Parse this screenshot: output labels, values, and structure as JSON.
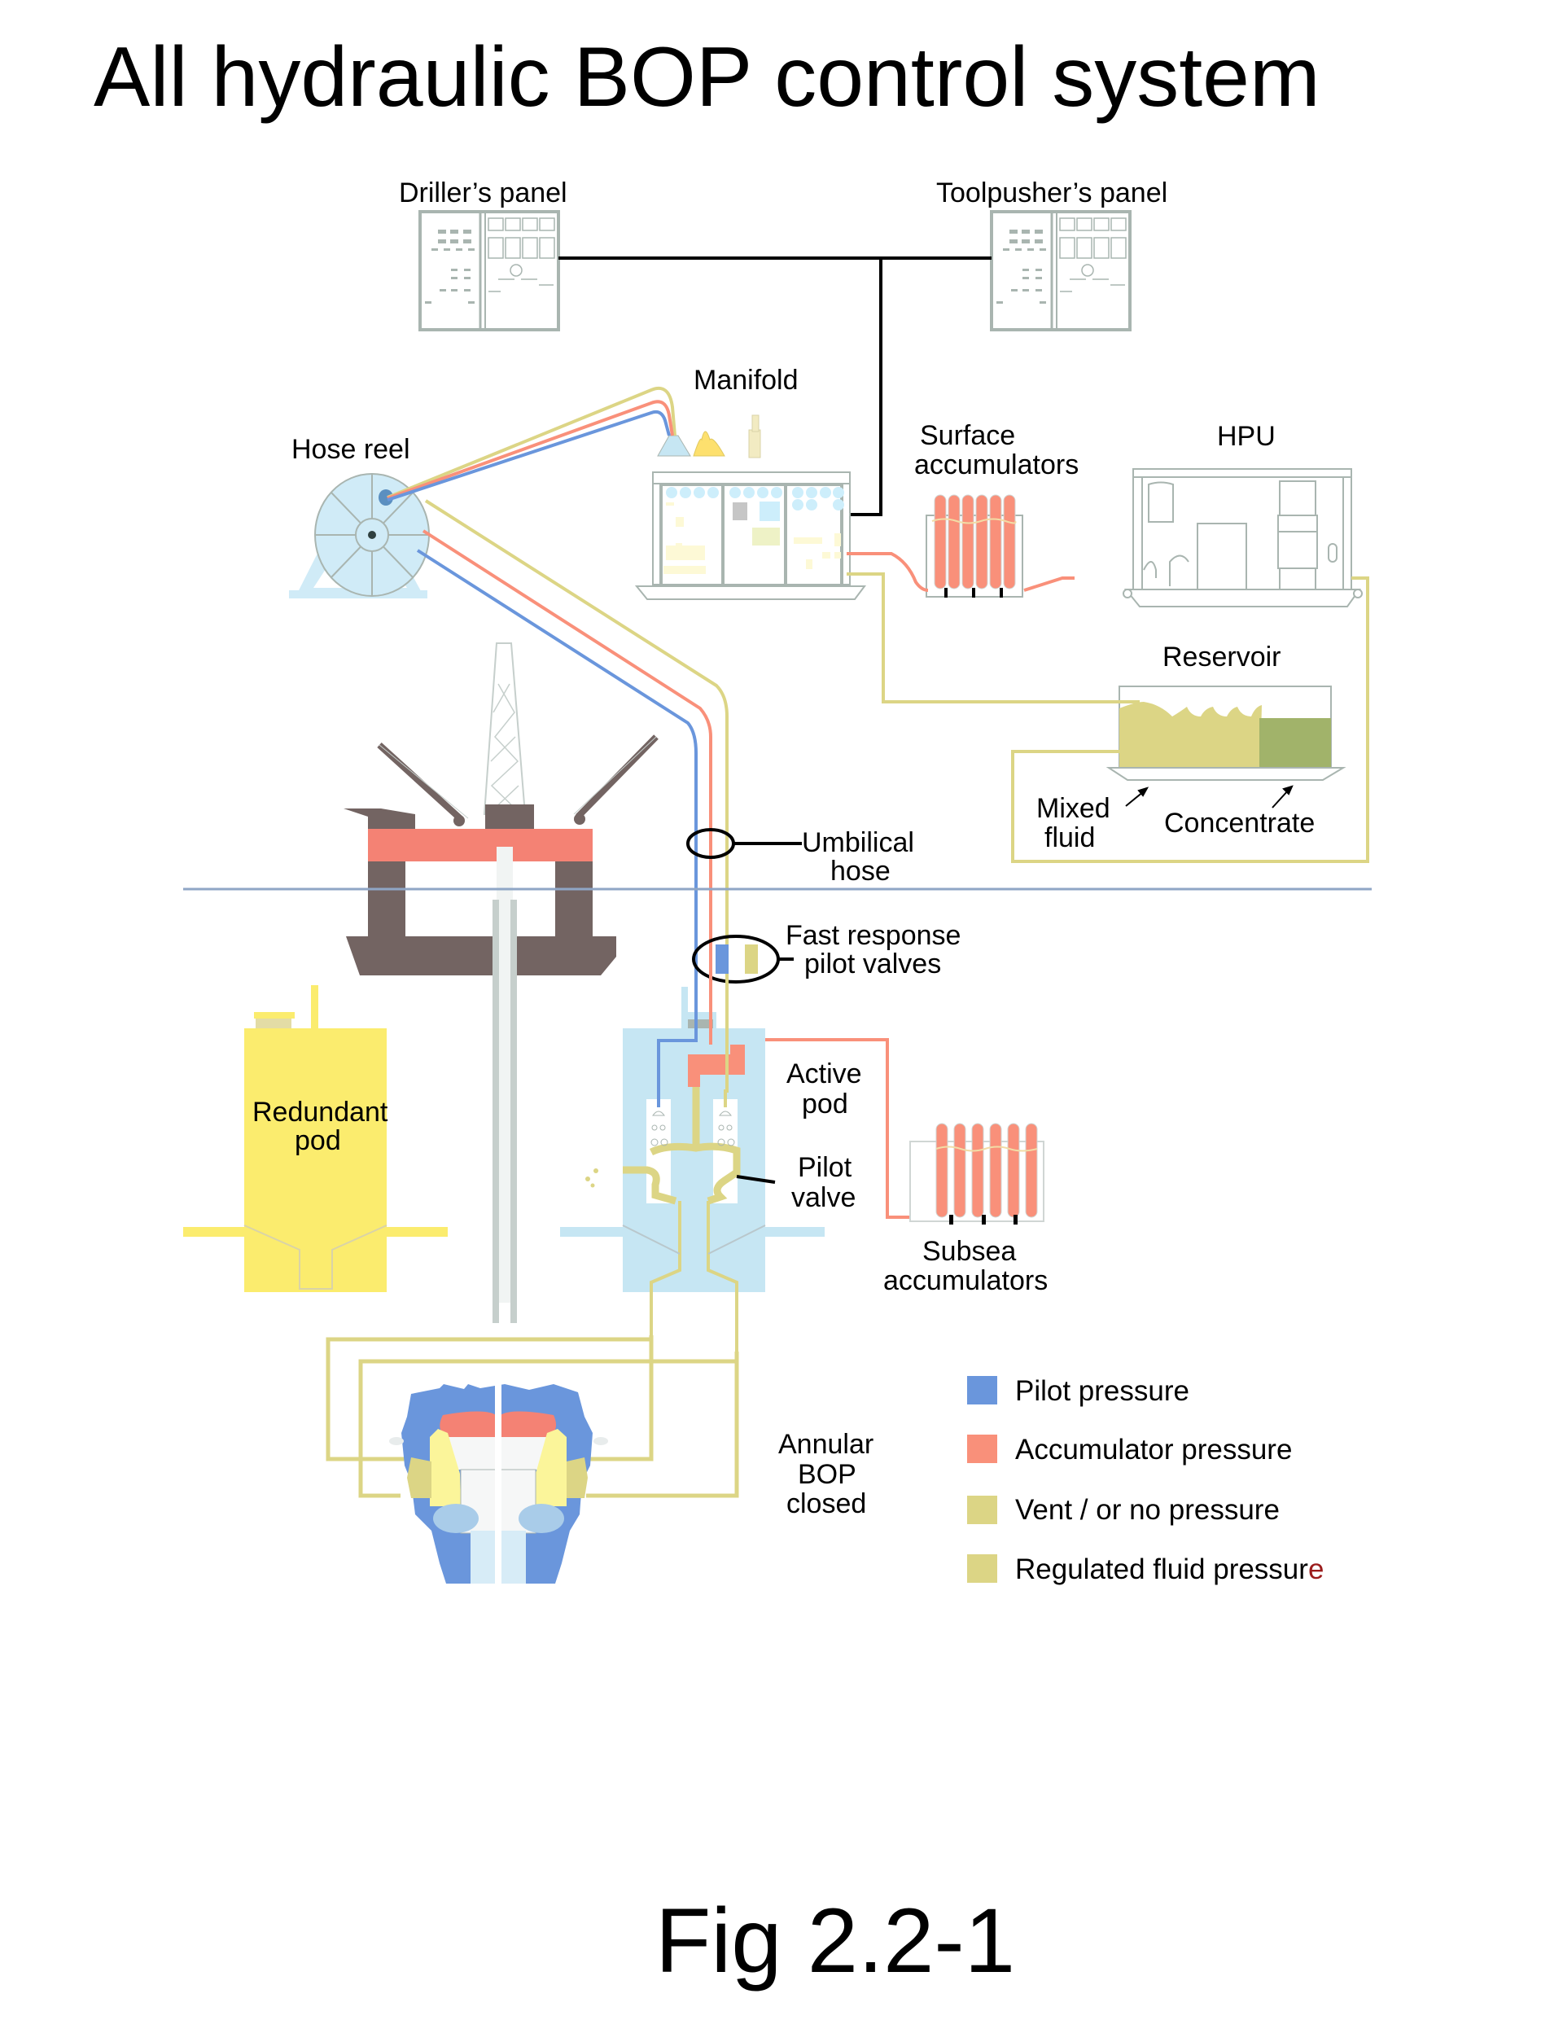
{
  "title": "All hydraulic BOP control system",
  "figure_caption": "Fig 2.2-1",
  "labels": {
    "drillers_panel": "Driller’s panel",
    "toolpushers_panel": "Toolpusher’s panel",
    "manifold": "Manifold",
    "hose_reel": "Hose reel",
    "surface_accumulators_1": "Surface",
    "surface_accumulators_2": "accumulators",
    "hpu": "HPU",
    "reservoir": "Reservoir",
    "mixed_fluid_1": "Mixed",
    "mixed_fluid_2": "fluid",
    "concentrate": "Concentrate",
    "umbilical_hose_1": "Umbilical",
    "umbilical_hose_2": "hose",
    "fast_response_1": "Fast response",
    "fast_response_2": "pilot valves",
    "active_pod_1": "Active",
    "active_pod_2": "pod",
    "pilot_valve_1": "Pilot",
    "pilot_valve_2": "valve",
    "redundant_pod_1": "Redundant",
    "redundant_pod_2": "pod",
    "subsea_accumulators_1": "Subsea",
    "subsea_accumulators_2": "accumulators",
    "annular_bop_1": "Annular",
    "annular_bop_2": "BOP",
    "annular_bop_3": "closed"
  },
  "legend": [
    {
      "label": "Pilot pressure",
      "color": "#6a96dc"
    },
    {
      "label": "Accumulator pressure",
      "color": "#f9907a"
    },
    {
      "label": "Vent / or no pressure",
      "color": "#dcd585"
    },
    {
      "label": "Regulated fluid pressur",
      "label_tail": "e",
      "color": "#dcd585"
    }
  ],
  "colors": {
    "pilot": "#6a96dc",
    "accumulator": "#f9907a",
    "vent": "#dcd585",
    "control_line": "#000000",
    "panel_gray": "#a9b5b0",
    "pod_active": "#c6e6f3",
    "pod_redundant": "#fbec6e",
    "rig_hull": "#736462",
    "rig_deck": "#f48274",
    "concentrate": "#a1b36a",
    "sea_line": "#8fa6c6",
    "bop_body": "#6a96dc"
  }
}
